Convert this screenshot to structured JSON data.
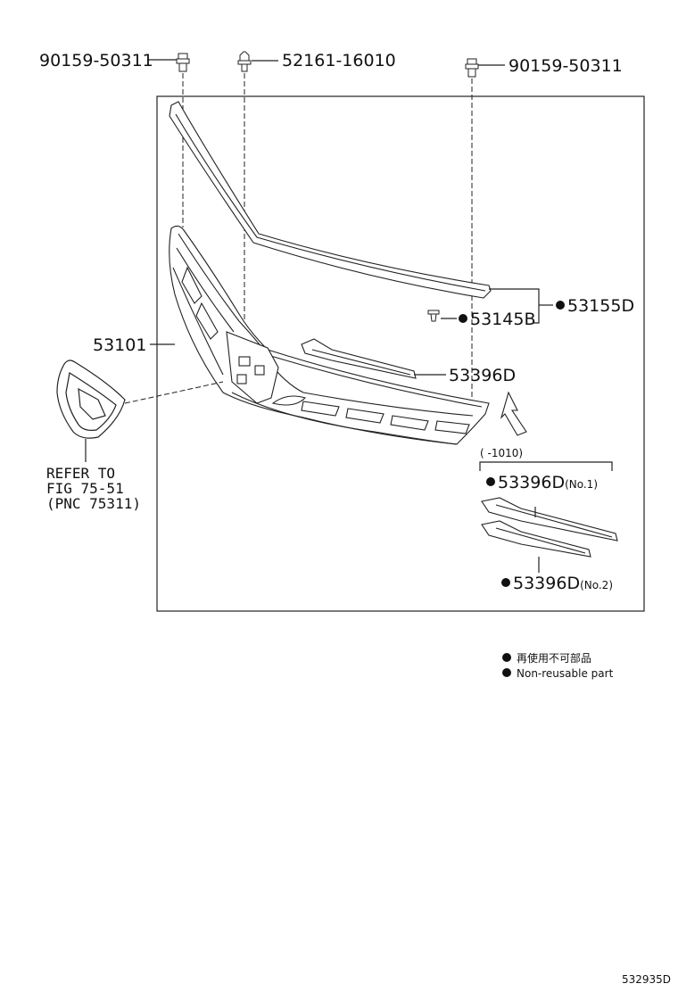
{
  "parts": {
    "bolt_left": "90159-50311",
    "clip_mid": "52161-16010",
    "bolt_right": "90159-50311",
    "molding": "53155D",
    "clip": "53145B",
    "grille": "53101",
    "garnish": "53396D",
    "date_range": "( -1010)",
    "garnish_no1": "53396D",
    "garnish_no1_suffix": "(No.1)",
    "garnish_no2": "53396D",
    "garnish_no2_suffix": "(No.2)"
  },
  "refer": {
    "line1": "REFER TO",
    "line2": "FIG 75-51",
    "line3": "(PNC 75311)"
  },
  "legend": {
    "jp": "再使用不可部品",
    "en": "Non-reusable part"
  },
  "figure_id": "532935D"
}
